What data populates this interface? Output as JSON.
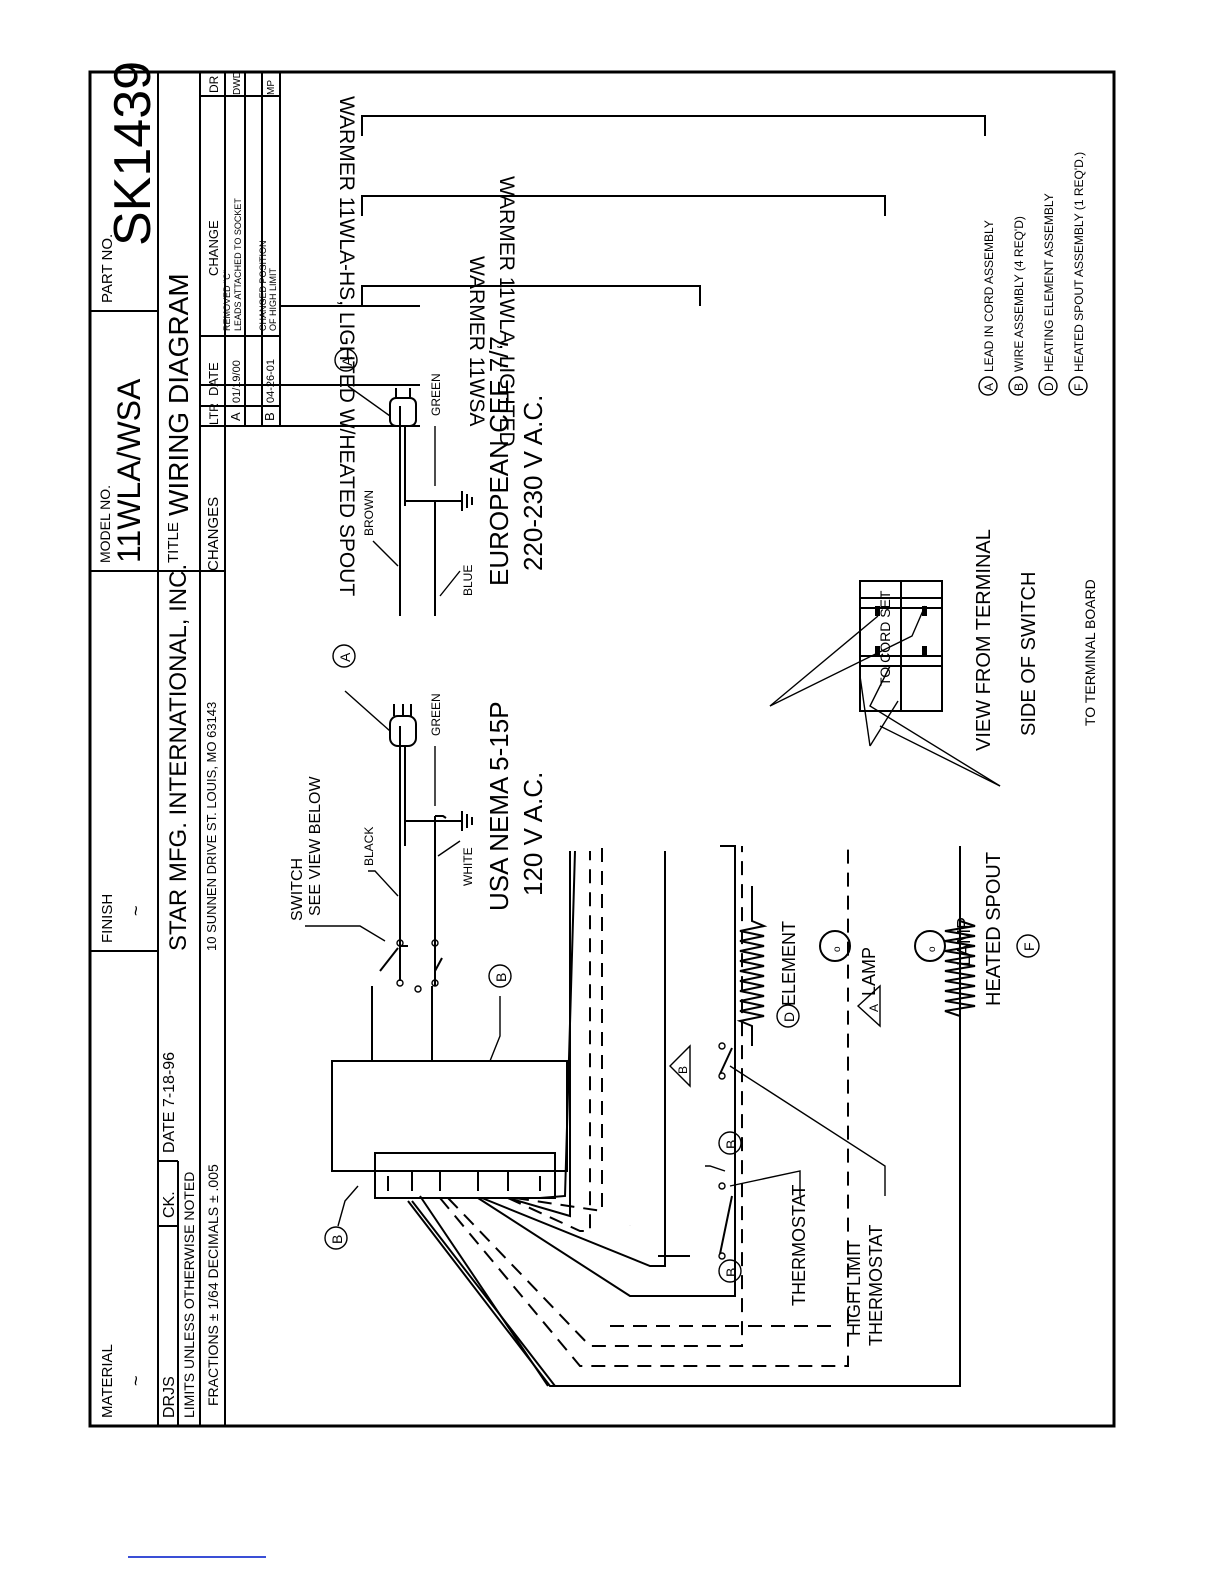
{
  "title_block": {
    "material_label": "MATERIAL",
    "material_value": "~",
    "finish_label": "FINISH",
    "finish_value": "~",
    "model_label": "MODEL NO.",
    "model_value": "11WLA/WSA",
    "part_label": "PART NO.",
    "part_value": "SK1439",
    "dr": "DRJS",
    "ck": "CK.",
    "date": "DATE 7-18-96",
    "limits": "LIMITS UNLESS OTHERWISE NOTED",
    "fractions": "FRACTIONS ± 1/64   DECIMALS ± .005",
    "company": "STAR MFG. INTERNATIONAL, INC.",
    "address": "10 SUNNEN DRIVE   ST. LOUIS,   MO 63143",
    "title_label": "TITLE",
    "title_value": "WIRING DIAGRAM",
    "changes_label": "CHANGES",
    "ltr_label": "LTR",
    "date_label": "DATE",
    "change_label": "CHANGE",
    "dr_label": "DR",
    "revisions": [
      {
        "ltr": "A",
        "date": "01/19/00",
        "change1": "REMOVED \"C\"",
        "change2": "LEADS ATTACHED TO SOCKET",
        "dr": "DWD"
      },
      {
        "ltr": "B",
        "date": "04-26-01",
        "change1": "CHANGED POSITION",
        "change2": "OF HIGH LIMIT",
        "dr": "MP"
      }
    ]
  },
  "models": {
    "wsa": "WARMER 11WSA",
    "wla": "WARMER 11WLA, LIGHTED",
    "wla_hs": "WARMER 11WLA-HS, LIGHTED W/HEATED SPOUT"
  },
  "cords": {
    "usa_title": "USA NEMA 5-15P",
    "usa_voltage": "120 V A.C.",
    "eu_title": "EUROPEAN CEE 7/7",
    "eu_voltage": "220-230 V A.C.",
    "black": "BLACK",
    "white": "WHITE",
    "green": "GREEN",
    "brown": "BROWN",
    "blue": "BLUE"
  },
  "labels": {
    "switch": "SWITCH",
    "see_view": "SEE VIEW BELOW",
    "element": "ELEMENT",
    "lamp": "LAMP",
    "thermostat": "THERMOSTAT",
    "high_limit": "HIGH LIMIT",
    "high_limit2": "THERMOSTAT",
    "heated_spout": "HEATED SPOUT",
    "to_cord_set": "TO CORD SET",
    "to_terminal_board": "TO TERMINAL BOARD",
    "view_from_terminal": "VIEW FROM TERMINAL",
    "side_of_switch": "SIDE OF SWITCH"
  },
  "callouts": {
    "a": "A",
    "b": "B",
    "d": "D",
    "f": "F"
  },
  "legend": [
    {
      "letter": "A",
      "text": "LEAD IN CORD ASSEMBLY"
    },
    {
      "letter": "B",
      "text": "WIRE ASSEMBLY (4 REQ'D)"
    },
    {
      "letter": "D",
      "text": "HEATING ELEMENT ASSEMBLY"
    },
    {
      "letter": "F",
      "text": "HEATED SPOUT ASSEMBLY (1 REQ'D.)"
    }
  ]
}
